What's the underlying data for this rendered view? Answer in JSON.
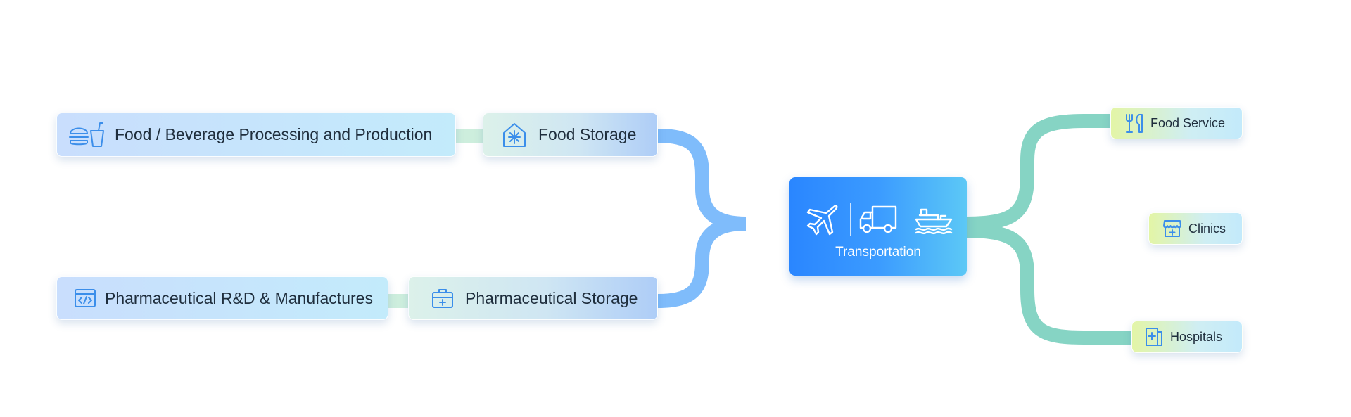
{
  "center": {
    "label": "Transportation",
    "icons": [
      "airplane-icon",
      "truck-icon",
      "ship-icon"
    ]
  },
  "left_branches": [
    {
      "storage": {
        "label": "Food Storage",
        "icon": "snowflake-house-icon"
      },
      "source": {
        "label": "Food / Beverage Processing and Production",
        "icon": "burger-drink-icon"
      }
    },
    {
      "storage": {
        "label": "Pharmaceutical Storage",
        "icon": "medical-kit-icon"
      },
      "source": {
        "label": "Pharmaceutical R&D & Manufactures",
        "icon": "code-window-icon"
      }
    }
  ],
  "right_branches": [
    {
      "label": "Food Service",
      "icon": "fork-knife-icon"
    },
    {
      "label": "Clinics",
      "icon": "clinic-shop-icon"
    },
    {
      "label": "Hospitals",
      "icon": "hospital-cross-icon"
    }
  ],
  "colors": {
    "accent_blue": "#2a86ff",
    "connector_left": "#7fbcfb",
    "connector_right": "#86d4c4",
    "connector_lime": "#c5e87a",
    "icon_blue": "#3b8eea"
  }
}
